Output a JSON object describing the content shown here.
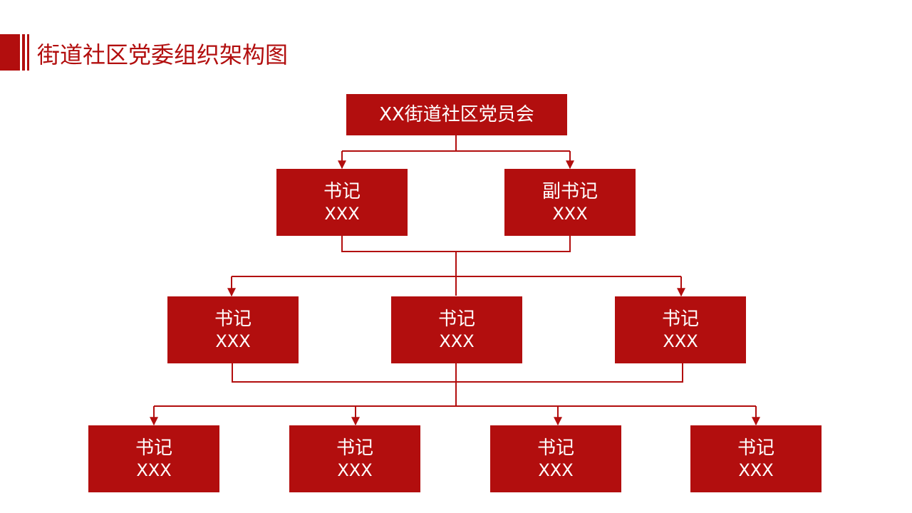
{
  "title": "街道社区党委组织架构图",
  "colors": {
    "accent": "#b20e0e",
    "background": "#ffffff"
  },
  "root": {
    "label": "XX街道社区党员会"
  },
  "level1": [
    {
      "title": "书记",
      "name": "XXX"
    },
    {
      "title": "副书记",
      "name": "XXX"
    }
  ],
  "level2": [
    {
      "title": "书记",
      "name": "XXX"
    },
    {
      "title": "书记",
      "name": "XXX"
    },
    {
      "title": "书记",
      "name": "XXX"
    }
  ],
  "level3": [
    {
      "title": "书记",
      "name": "XXX"
    },
    {
      "title": "书记",
      "name": "XXX"
    },
    {
      "title": "书记",
      "name": "XXX"
    },
    {
      "title": "书记",
      "name": "XXX"
    }
  ]
}
